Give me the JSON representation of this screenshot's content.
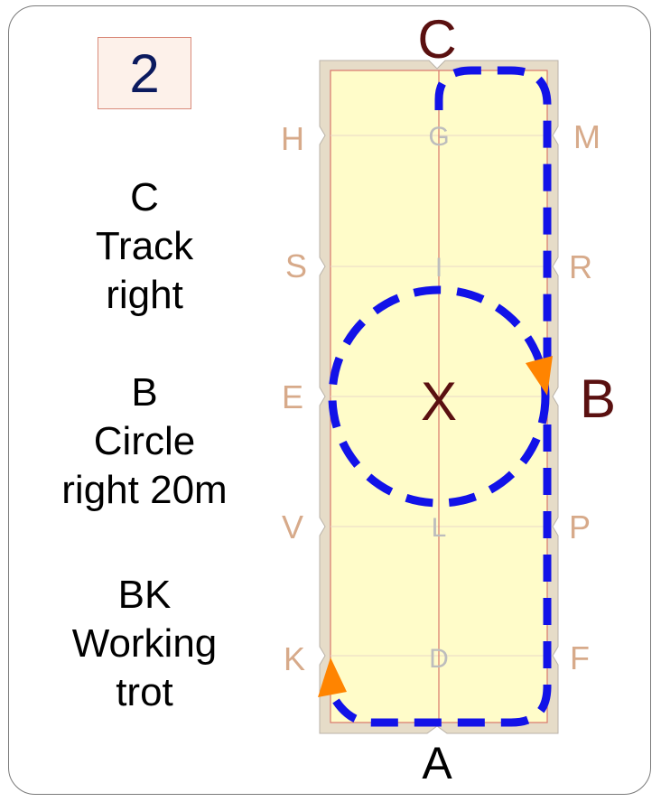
{
  "step_number": "2",
  "instructions": [
    {
      "lines": [
        "C",
        "Track",
        "right"
      ]
    },
    {
      "lines": [
        "B",
        "Circle",
        "right 20m"
      ]
    },
    {
      "lines": [
        "BK",
        "Working",
        "trot"
      ]
    }
  ],
  "arena": {
    "top_letter": "C",
    "bottom_letter": "A",
    "center_big_letter": "X",
    "right_big_letter": "B",
    "left_markers": [
      "H",
      "S",
      "E",
      "V",
      "K"
    ],
    "right_markers": [
      "M",
      "R",
      "P",
      "F"
    ],
    "centerline_markers": [
      "G",
      "I",
      "L",
      "D"
    ]
  },
  "colors": {
    "arena_fill": "#fffcc9",
    "arena_border": "#e6dcc8",
    "path": "#1212e8",
    "direction_arrow": "#ff8400",
    "big_letter": "#5a1010",
    "side_letter": "#d7aa8a",
    "center_letter": "#bdbdbd"
  }
}
